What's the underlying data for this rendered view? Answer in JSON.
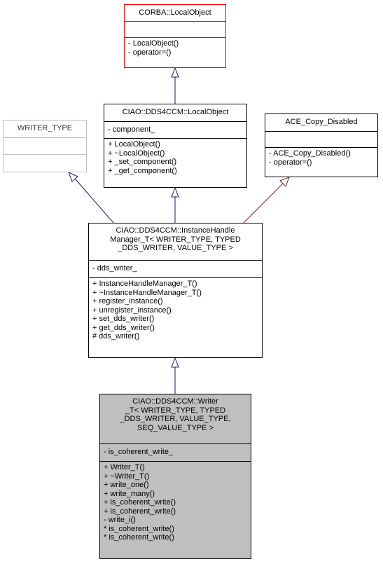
{
  "diagram": {
    "classes": {
      "corba_local_object": {
        "title": [
          "CORBA::LocalObject"
        ],
        "attributes": [],
        "methods": [
          "- LocalObject()",
          "- operator=()"
        ]
      },
      "writer_type": {
        "title": [
          "WRITER_TYPE"
        ],
        "attributes": [],
        "methods": []
      },
      "dds4ccm_local_object": {
        "title": [
          "CIAO::DDS4CCM::LocalObject"
        ],
        "attributes": [
          "- component_"
        ],
        "methods": [
          "+ LocalObject()",
          "+ ~LocalObject()",
          "+ _set_component()",
          "+ _get_component()"
        ]
      },
      "ace_copy_disabled": {
        "title": [
          "ACE_Copy_Disabled"
        ],
        "attributes": [],
        "methods": [
          "- ACE_Copy_Disabled()",
          "- operator=()"
        ]
      },
      "instance_handle_manager": {
        "title": [
          "CIAO::DDS4CCM::InstanceHandle",
          "Manager_T< WRITER_TYPE, TYPED",
          "_DDS_WRITER, VALUE_TYPE >"
        ],
        "attributes": [
          "- dds_writer_"
        ],
        "methods": [
          "+ InstanceHandleManager_T()",
          "+ ~InstanceHandleManager_T()",
          "+ register_instance()",
          "+ unregister_instance()",
          "+ set_dds_writer()",
          "+ get_dds_writer()",
          "# dds_writer()"
        ]
      },
      "writer_t": {
        "title": [
          "CIAO::DDS4CCM::Writer",
          "_T< WRITER_TYPE, TYPED",
          "_DDS_WRITER, VALUE_TYPE,",
          "SEQ_VALUE_TYPE >"
        ],
        "attributes": [
          "- is_coherent_write_"
        ],
        "methods": [
          "+ Writer_T()",
          "+ ~Writer_T()",
          "+ write_one()",
          "+ write_many()",
          "+ is_coherent_write()",
          "+ is_coherent_write()",
          "- write_i()",
          "* is_coherent_write()",
          "* is_coherent_write()"
        ]
      }
    },
    "colors": {
      "public_inheritance": "#191970",
      "private_inheritance": "#8b1a1a",
      "undocumented_border": "#ff0000",
      "template_param_border": "#bfbfbf",
      "focus_fill": "#bfbfbf"
    }
  }
}
